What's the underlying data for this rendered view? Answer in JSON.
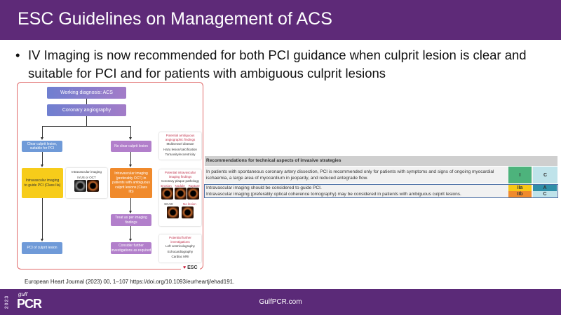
{
  "header": {
    "title": "ESC Guidelines on Management of ACS"
  },
  "bullet": {
    "symbol": "•",
    "text": "IV Imaging is now recommended for both PCI guidance when culprit lesion is clear and suitable for PCI and for patients with ambiguous culprit lesions"
  },
  "flowchart": {
    "working_diagnosis": "Working diagnosis: ACS",
    "angiography": "Coronary angiography",
    "clear_culprit": "Clear culprit lesion, suitable for PCI",
    "no_clear_culprit": "No clear culprit lesion",
    "ivi_guide": "Intravascular imaging to guide PCI (Class IIa)",
    "ivi_title": "Intravascular imaging",
    "ivus": "IVUS",
    "or": "or",
    "oct": "OCT",
    "ivi_ambiguous": "Intravascular imaging (preferably OCT) in patients with ambiguous culprit lesions (Class IIb)",
    "treat": "Treat as per imaging findings",
    "pci_culprit": "PCI of culprit lesion",
    "consider": "Consider further investigations as required",
    "panel1": {
      "title": "Potential ambiguous angiographic findings",
      "items": [
        "Multivessel disease",
        "Hazy lesion/calcification",
        "Tortuosity/eccentricity"
      ]
    },
    "panel2": {
      "title": "Potential intravascular imaging findings",
      "subtitle": "Coronary plaque pathology",
      "labels": [
        "Erosion",
        "Nodule",
        "Rupture"
      ],
      "labels2": [
        "SCAD",
        "No lesion"
      ]
    },
    "panel3": {
      "title": "Potential further investigations",
      "items": [
        "Left ventriculography",
        "Echocardiography",
        "Cardiac MRI"
      ]
    },
    "logo": "ESC"
  },
  "table": {
    "header": "Recommendations for technical aspects of invasive strategies",
    "rows": [
      {
        "text": "In patients with spontaneous coronary artery dissection, PCI is recommended only for patients with symptoms and signs of ongoing myocardial ischaemia, a large area of myocardium in jeopardy, and reduced antegrade flow.",
        "class": "I",
        "level": "C",
        "class_color": "#4db37c",
        "level_color": "#bfe3ea"
      },
      {
        "text": "Intravascular imaging should be considered to guide PCI.",
        "class": "IIa",
        "level": "A",
        "class_color": "#f7c816",
        "level_color": "#2f8fa8"
      },
      {
        "text": "Intravascular imaging (preferably optical coherence tomography) may be considered in patients with ambiguous culprit lesions.",
        "class": "IIb",
        "level": "C",
        "class_color": "#f08a2c",
        "level_color": "#bfe3ea"
      }
    ]
  },
  "citation": "European Heart Journal (2023) 00, 1–107 https://doi.org/10.1093/eurheartj/ehad191.",
  "footer": {
    "url": "GulfPCR.com",
    "logo_year": "2023",
    "logo_gulf": "gulf",
    "logo_pcr": "PCR"
  }
}
